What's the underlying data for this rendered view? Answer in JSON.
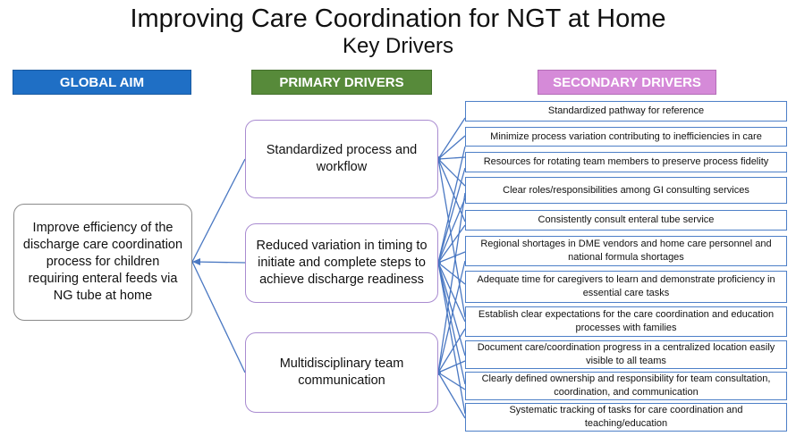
{
  "title": "Improving Care Coordination for NGT at Home",
  "subtitle": "Key Drivers",
  "headers": {
    "global_aim": "GLOBAL AIM",
    "primary": "PRIMARY DRIVERS",
    "secondary": "SECONDARY DRIVERS"
  },
  "colors": {
    "global_aim_header": "#1f6fc5",
    "primary_header": "#578a3a",
    "secondary_header": "#d58ad8",
    "connector": "#4a78c2"
  },
  "global_aim": "Improve efficiency of the discharge care coordination process for children requiring enteral feeds via NG tube at home",
  "primary_drivers": [
    "Standardized process and workflow",
    "Reduced variation in timing to initiate and complete steps to achieve discharge readiness",
    "Multidisciplinary team communication"
  ],
  "secondary_drivers": [
    "Standardized pathway for reference",
    "Minimize process variation contributing to inefficiencies in care",
    "Resources for rotating team members to preserve process fidelity",
    "Clear roles/responsibilities among GI consulting services",
    "Consistently consult enteral tube service",
    "Regional shortages in DME vendors and home care personnel and national formula shortages",
    "Adequate time for caregivers to learn and demonstrate proficiency in essential care tasks",
    "Establish clear expectations for the care coordination and education processes with families",
    "Document care/coordination progress in a centralized location easily visible to all teams",
    "Clearly defined ownership and responsibility for team consultation, coordination, and communication",
    "Systematic tracking of tasks for care coordination and teaching/education"
  ]
}
